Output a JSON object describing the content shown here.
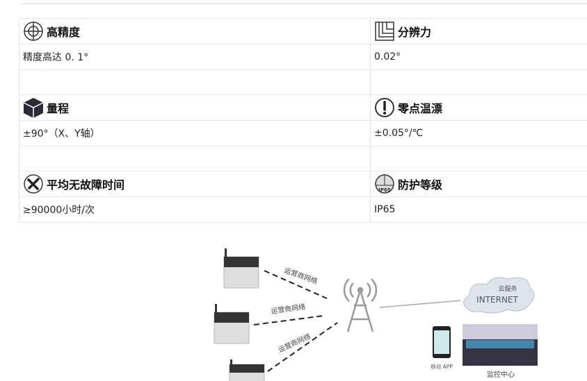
{
  "specs": [
    {
      "left": {
        "icon": "crosshair-icon",
        "title": "高精度",
        "value": "精度高达 0. 1°"
      },
      "right": {
        "icon": "resolution-icon",
        "title": "分辨力",
        "value": "0.02°"
      }
    },
    {
      "left": {
        "icon": "cube-icon",
        "title": "量程",
        "value": "±90°（X、Y轴）"
      },
      "right": {
        "icon": "exclamation-icon",
        "title": "零点温漂",
        "value": "±0.05°/℃"
      }
    },
    {
      "left": {
        "icon": "tools-icon",
        "title": "平均无故障时间",
        "value": "≥90000小时/次"
      },
      "right": {
        "icon": "ip65-icon",
        "title": "防护等级",
        "value": "IP65"
      }
    }
  ],
  "diagram": {
    "network_label_1": "运营商网络",
    "network_label_2": "运营商网络",
    "network_label_3": "运营商网络",
    "cloud_title": "云服务",
    "cloud_label": "INTERNET",
    "app_label": "移动 APP",
    "monitor_label": "监控中心",
    "ip_badge": "IP65"
  }
}
